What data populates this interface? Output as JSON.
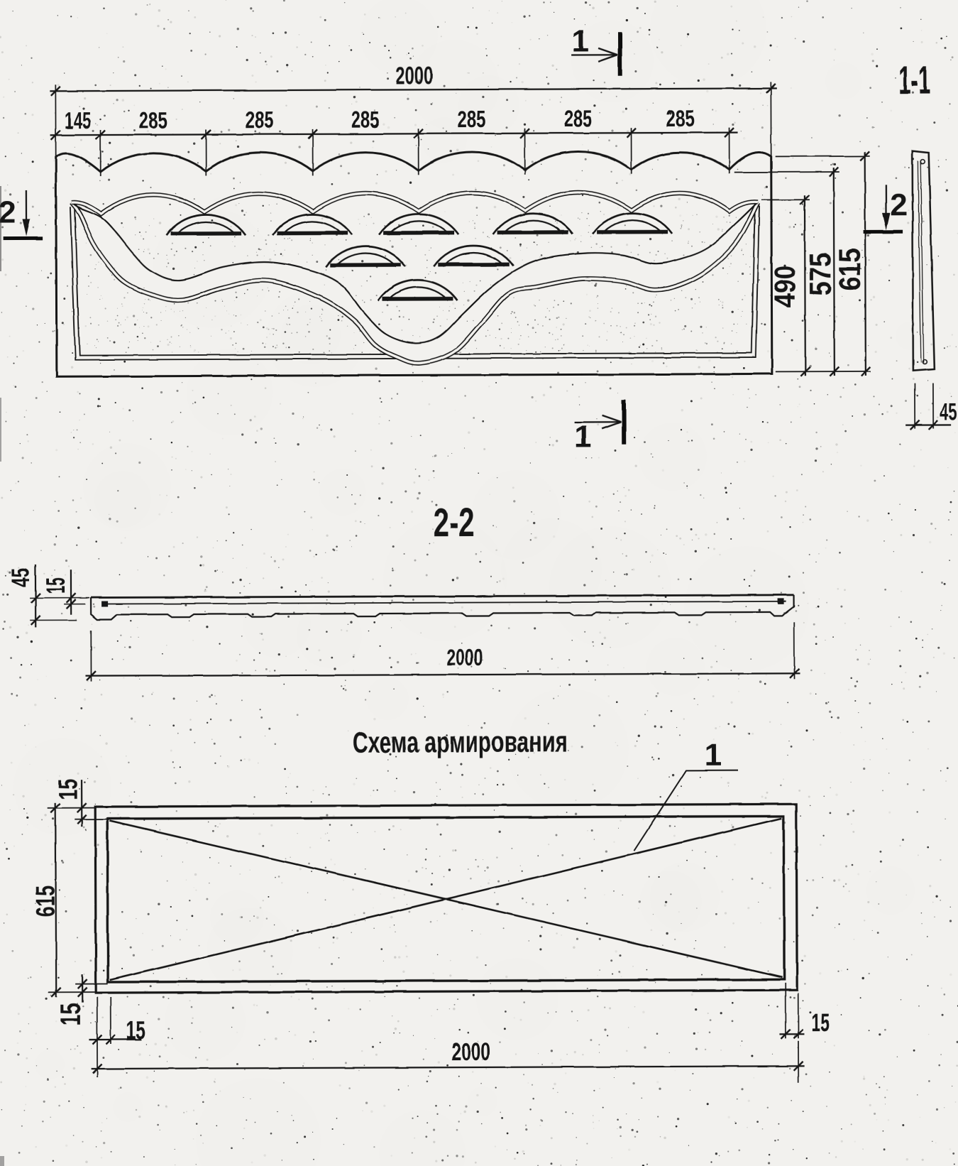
{
  "drawing": {
    "kind": "scanned technical drawing - decorative concrete fence panel",
    "ink_color": "#161616",
    "paper_color": "#f2f1ee",
    "front": {
      "width_total": "2000",
      "segments": [
        "145",
        "285",
        "285",
        "285",
        "285",
        "285",
        "285"
      ],
      "heights": [
        "490",
        "575",
        "615"
      ],
      "marks": {
        "sec1": "1",
        "sec2": "2"
      }
    },
    "side": {
      "label": "1-1",
      "thickness": "45"
    },
    "section22": {
      "label": "2-2",
      "thickness_45": "45",
      "thickness_15": "15",
      "width": "2000"
    },
    "scheme": {
      "title": "Схема армирования",
      "bar_callout": "1",
      "height": "615",
      "width": "2000",
      "covers": [
        "15",
        "15",
        "15",
        "15"
      ]
    }
  }
}
